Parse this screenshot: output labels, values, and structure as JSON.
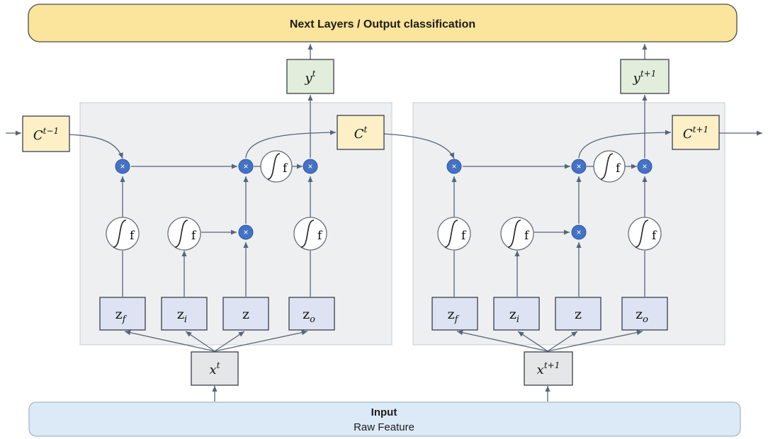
{
  "top_bar": {
    "label": "Next Layers / Output classification",
    "color": "#fbe49b"
  },
  "bottom_bar": {
    "title": "Input",
    "subtitle": "Raw Feature",
    "color": "#dce9f6"
  },
  "states": {
    "c_prev": "C",
    "c_prev_sup": "t−1",
    "c_mid": "C",
    "c_mid_sup": "t",
    "c_next": "C",
    "c_next_sup": "t+1"
  },
  "cells": [
    {
      "output_base": "y",
      "output_sup": "t",
      "input_base": "x",
      "input_sup": "t",
      "gates": [
        {
          "base": "z",
          "sub": "f"
        },
        {
          "base": "z",
          "sub": "i"
        },
        {
          "base": "z",
          "sub": ""
        },
        {
          "base": "z",
          "sub": "o"
        }
      ],
      "activation_label": "f",
      "multiply_symbol": "×"
    },
    {
      "output_base": "y",
      "output_sup": "t+1",
      "input_base": "x",
      "input_sup": "t+1",
      "gates": [
        {
          "base": "z",
          "sub": "f"
        },
        {
          "base": "z",
          "sub": "i"
        },
        {
          "base": "z",
          "sub": ""
        },
        {
          "base": "z",
          "sub": "o"
        }
      ],
      "activation_label": "f",
      "multiply_symbol": "×"
    }
  ]
}
